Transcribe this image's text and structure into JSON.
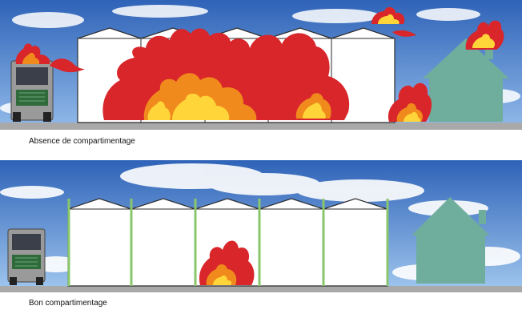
{
  "diagrams": [
    {
      "caption": "Absence de compartimentage",
      "state": "fire spread through entire warehouse and to neighboring truck and house"
    },
    {
      "caption": "Bon compartimentage",
      "state": "fire contained within one compartment"
    }
  ],
  "colors": {
    "sky_top": "#2f63b8",
    "sky_bottom": "#9fc6ee",
    "cloud": "#ffffff",
    "ground": "#a9a9a9",
    "warehouse_wall": "#ffffff",
    "warehouse_outline": "#2b2b2b",
    "firewall_green": "#8ac66b",
    "house": "#6fae9c",
    "truck_cab": "#9a9a9a",
    "truck_grille": "#2f6b3a",
    "flame_red": "#d8262b",
    "flame_orange": "#f08a1c",
    "flame_yellow": "#ffd53a"
  },
  "icons": [
    "fire-icon",
    "truck-icon",
    "house-icon",
    "warehouse-icon",
    "cloud-icon"
  ]
}
